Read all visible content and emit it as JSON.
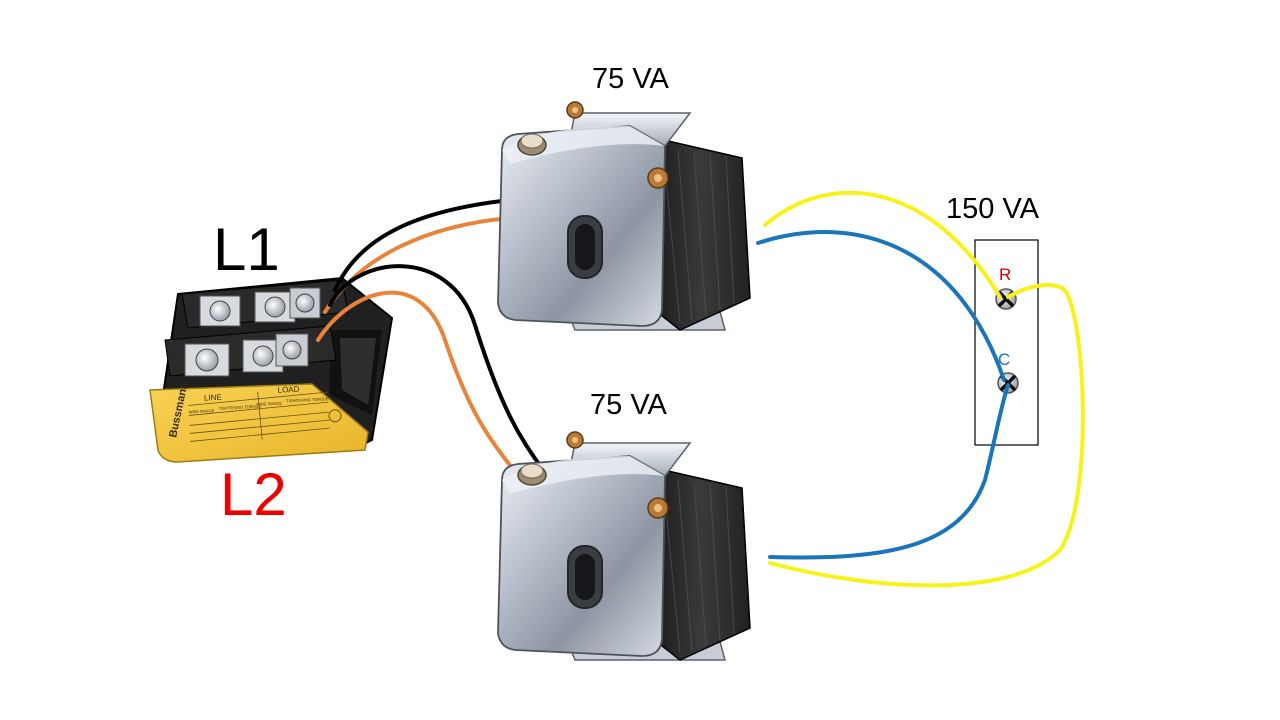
{
  "labels": {
    "transformer_top": "75 VA",
    "transformer_bottom": "75 VA",
    "combined_output": "150 VA",
    "line_1": "L1",
    "line_2": "L2",
    "terminal_r": "R",
    "terminal_c": "C"
  },
  "fuse_block": {
    "brand": "Bussmann",
    "columns": [
      "LINE",
      "LOAD"
    ],
    "headers": [
      "WIRE RANGE",
      "TIGHTENING TORQUE",
      "WIRE RANGE",
      "TIGHTENING TORQUE"
    ]
  },
  "colors": {
    "line_1_text": "#000000",
    "line_2_text": "#ee0000",
    "terminal_r_text": "#cc0000",
    "terminal_c_text": "#1f6fbf",
    "wire_black": "#000000",
    "wire_orange": "#e8843a",
    "wire_yellow": "#f7f21a",
    "wire_blue": "#1b75bb",
    "fuse_label_yellow": "#f4c63a"
  }
}
